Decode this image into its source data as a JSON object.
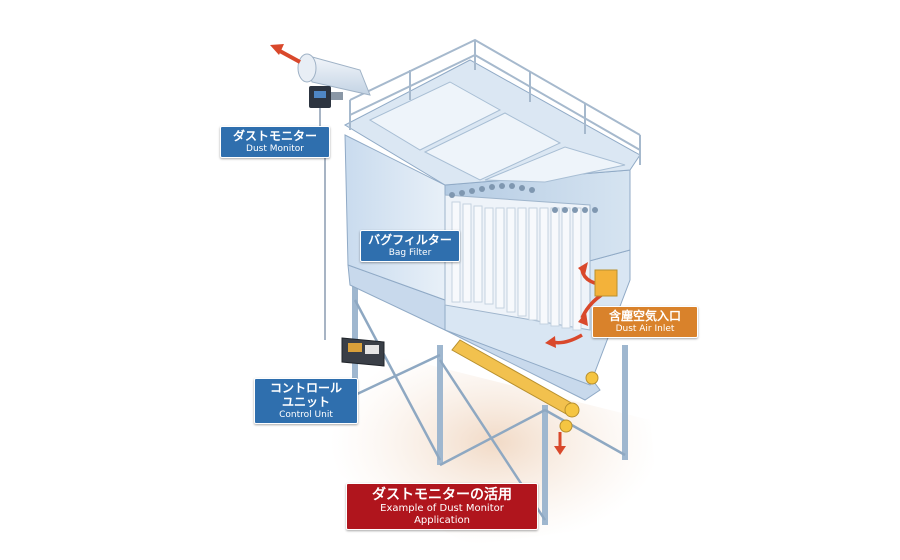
{
  "labels": {
    "dust_monitor": {
      "jp": "ダストモニター",
      "en": "Dust Monitor"
    },
    "bag_filter": {
      "jp": "バグフィルター",
      "en": "Bag Filter"
    },
    "dust_air_inlet": {
      "jp": "含塵空気入口",
      "en": "Dust Air Inlet"
    },
    "control_unit": {
      "jp_line1": "コントロール",
      "jp_line2": "ユニット",
      "en": "Control Unit"
    },
    "caption": {
      "jp": "ダストモニターの活用",
      "en": "Example of Dust Monitor Application"
    }
  },
  "colors": {
    "label_blue": "#2f6fae",
    "label_orange": "#d9822b",
    "caption_red": "#b0151d",
    "arrow_red": "#d9482b"
  },
  "icons": [
    "outlet-arrow-icon",
    "inlet-arrow-icon",
    "discharge-arrow-icon"
  ]
}
